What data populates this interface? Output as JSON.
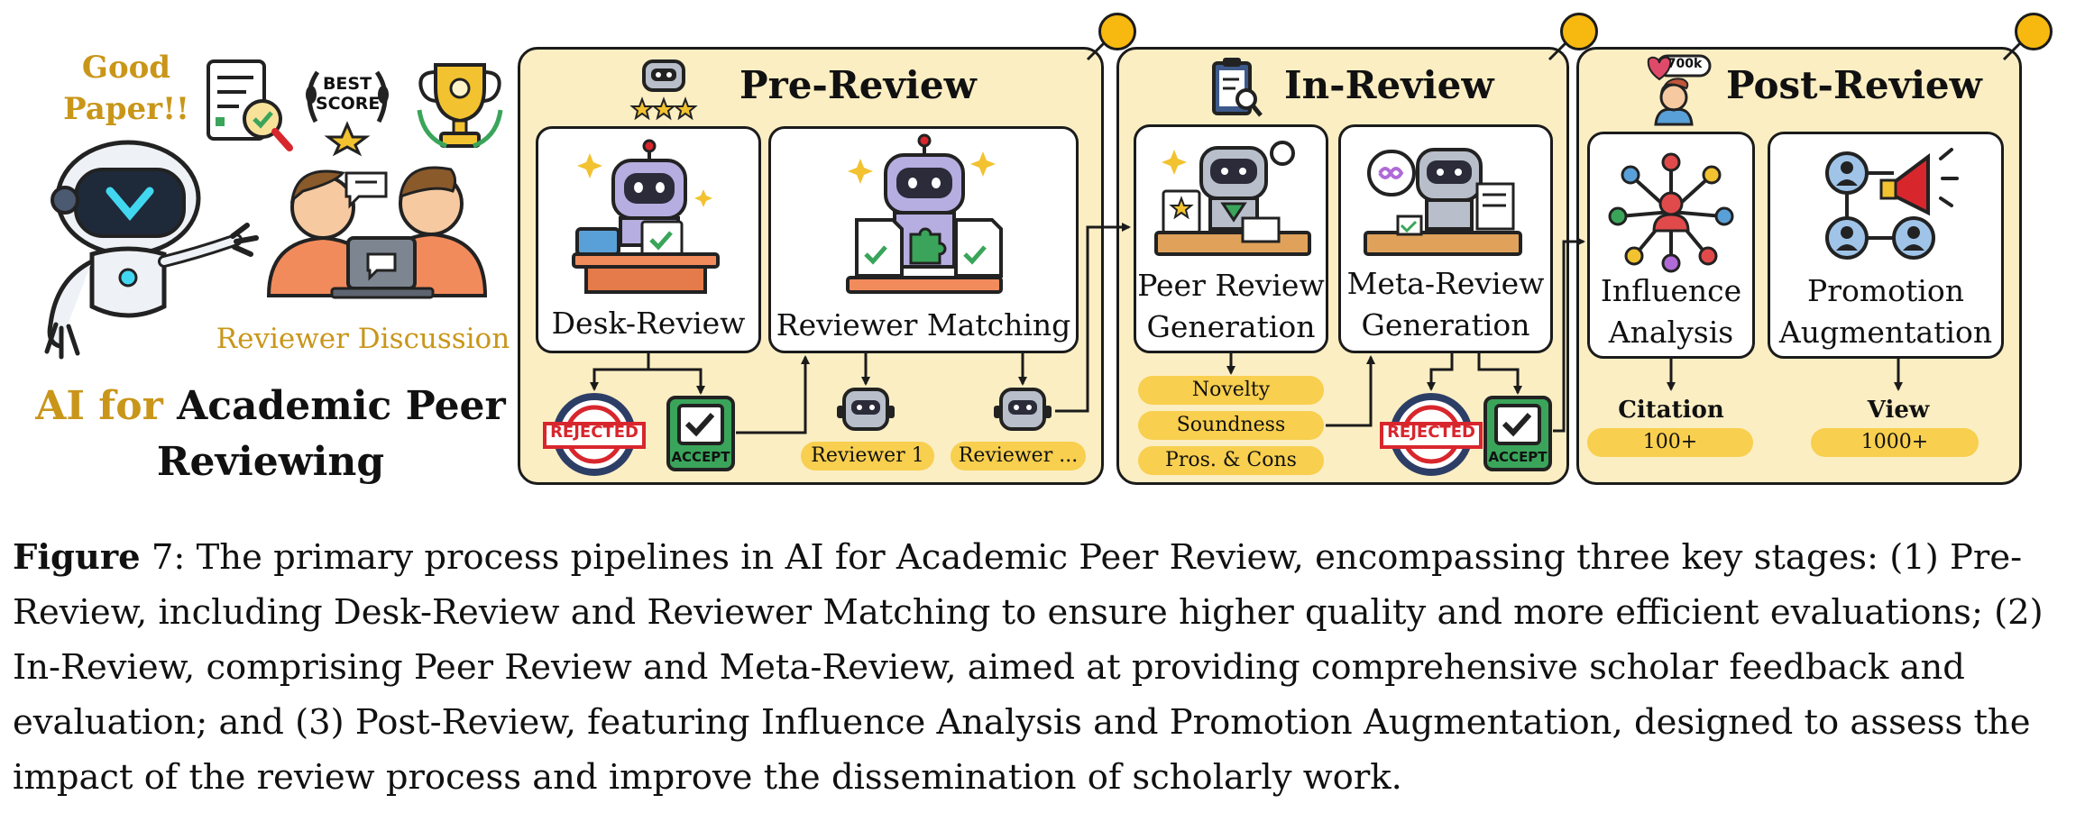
{
  "left_panel": {
    "good_paper": "Good Paper!!",
    "best_score_badge": "BEST SCORE",
    "reviewer_discussion": "Reviewer Discussion",
    "title_highlight": "AI for",
    "title_rest": "Academic Peer",
    "title_line2": "Reviewing"
  },
  "pre_review": {
    "title": "Pre-Review",
    "desk_review": "Desk-Review",
    "reviewer_matching": "Reviewer Matching",
    "rejected_stamp": "REJECTED",
    "accept_stamp": "ACCEPT",
    "reviewer_1": "Reviewer 1",
    "reviewer_n": "Reviewer ..."
  },
  "in_review": {
    "title": "In-Review",
    "peer_review_line1": "Peer Review",
    "peer_review_line2": "Generation",
    "meta_review_line1": "Meta-Review",
    "meta_review_line2": "Generation",
    "criteria": [
      "Novelty",
      "Soundness",
      "Pros. & Cons"
    ],
    "rejected_stamp": "REJECTED",
    "accept_stamp": "ACCEPT"
  },
  "post_review": {
    "title": "Post-Review",
    "like_count": "700k",
    "influence_line1": "Influence",
    "influence_line2": "Analysis",
    "promotion_line1": "Promotion",
    "promotion_line2": "Augmentation",
    "citation_label": "Citation",
    "citation_value": "100+",
    "view_label": "View",
    "view_value": "1000+"
  },
  "caption": {
    "label": "Figure",
    "number": "7",
    "text": ": The primary process pipelines in AI for Academic Peer Review, encompassing three key stages: (1) Pre-Review, including Desk-Review and Reviewer Matching to ensure higher quality and more efficient evaluations; (2) In-Review, comprising Peer Review and Meta-Review, aimed at providing comprehensive scholar feedback and evaluation; and (3) Post-Review, featuring Influence Analysis and Promotion Augmentation, designed to assess the impact of the review process and improve the dissemination of scholarly work."
  },
  "colors": {
    "panel_fill": "#fbeec3",
    "pill_fill": "#f8cf4e",
    "accent_gold": "#c9961a",
    "rejected_red": "#d8262d",
    "accept_green": "#3aa55a",
    "robot_purple": "#8c84c8"
  }
}
